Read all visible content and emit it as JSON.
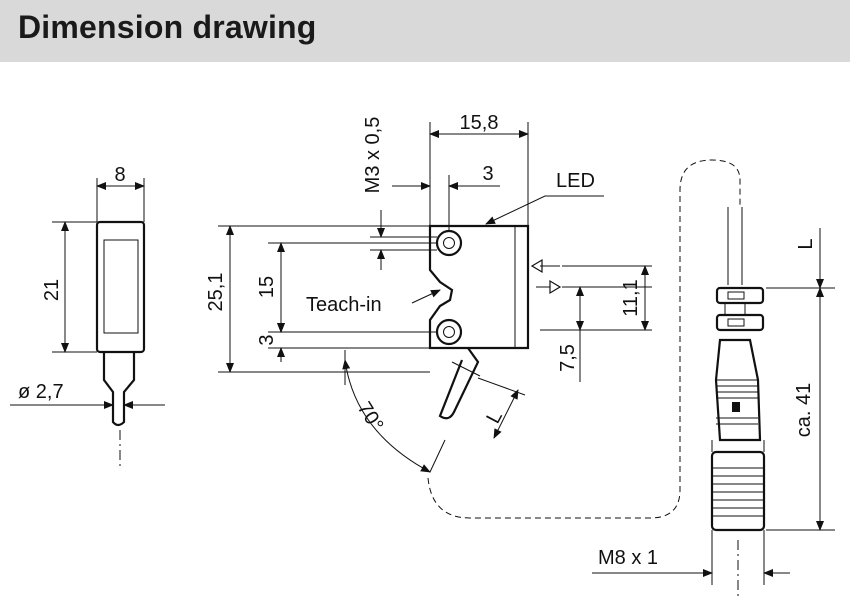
{
  "header": {
    "title": "Dimension drawing"
  },
  "labels": {
    "width_8": "8",
    "height_21": "21",
    "diameter": "ø 2,7",
    "height_25_1": "25,1",
    "dim_15": "15",
    "dim_3_left": "3",
    "teach_in": "Teach-in",
    "thread_m3": "M3 x 0,5",
    "dim_15_8": "15,8",
    "dim_3_top": "3",
    "led": "LED",
    "dim_11_1": "11,1",
    "dim_7_5": "7,5",
    "angle": "70°",
    "cable_L": "L",
    "conn_L": "L",
    "ca_41": "ca. 41",
    "thread_m8": "M8 x 1"
  },
  "colors": {
    "header_bg": "#d9d9d9",
    "line": "#111111"
  }
}
